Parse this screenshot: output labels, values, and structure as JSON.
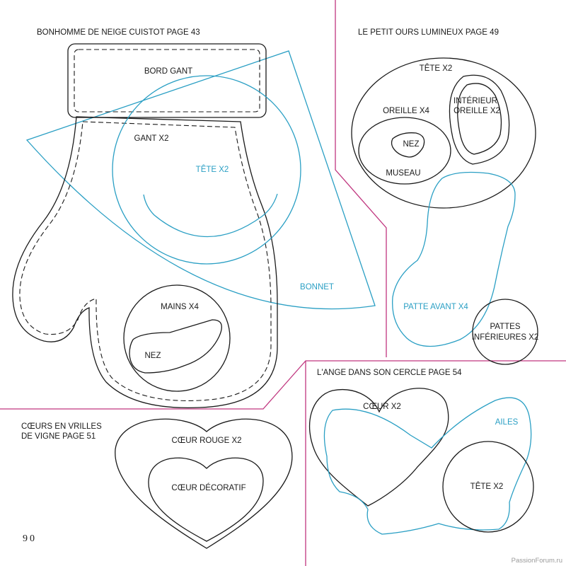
{
  "colors": {
    "outline": "#1a1a1a",
    "blue": "#2a9fc4",
    "divider": "#c0367f"
  },
  "sections": {
    "snowman": {
      "title": "BONHOMME DE NEIGE CUISTOT PAGE 43",
      "labels": {
        "bord_gant": "BORD GANT",
        "gant": "GANT X2",
        "tete": "TÊTE X2",
        "bonnet": "BONNET",
        "mains": "MAINS X4",
        "nez": "NEZ"
      }
    },
    "bear": {
      "title": "LE PETIT OURS LUMINEUX PAGE 49",
      "labels": {
        "tete": "TÊTE X2",
        "interieur_1": "INTÉRIEUR",
        "interieur_2": "OREILLE X2",
        "oreille": "OREILLE X4",
        "nez": "NEZ",
        "museau": "MUSEAU",
        "patte_avant": "PATTE AVANT X4",
        "pattes_inf_1": "PATTES",
        "pattes_inf_2": "INFÉRIEURES X2"
      }
    },
    "angel": {
      "title": "L'ANGE DANS SON CERCLE PAGE 54",
      "labels": {
        "coeur": "CŒUR X2",
        "ailes": "AILES",
        "tete": "TÊTE X2"
      }
    },
    "hearts": {
      "title_1": "CŒURS EN VRILLES",
      "title_2": "DE VIGNE PAGE 51",
      "labels": {
        "coeur_rouge": "CŒUR ROUGE X2",
        "coeur_decoratif": "CŒUR DÉCORATIF"
      }
    }
  },
  "page_number": "90",
  "watermark": "PassionForum.ru"
}
